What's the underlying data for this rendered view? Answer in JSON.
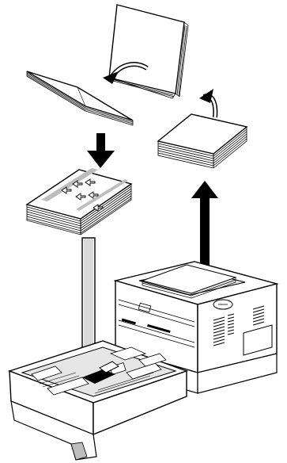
{
  "diagram": {
    "colors": {
      "ink": "#000000",
      "paper": "#ffffff",
      "shade": "#9a9a9a",
      "light": "#e6e6e6"
    },
    "steps": [
      {
        "icon": "paper-stack-icon",
        "action": "take-paper-from-tray-output"
      },
      {
        "icon": "flip-arrow-icon",
        "action": "flip-stack"
      },
      {
        "icon": "rotate-arrow-icon",
        "action": "turn-stack"
      },
      {
        "icon": "down-arrow-icon",
        "action": "load-into-cassette"
      },
      {
        "icon": "up-arrow-icon",
        "action": "printed-output"
      }
    ]
  }
}
